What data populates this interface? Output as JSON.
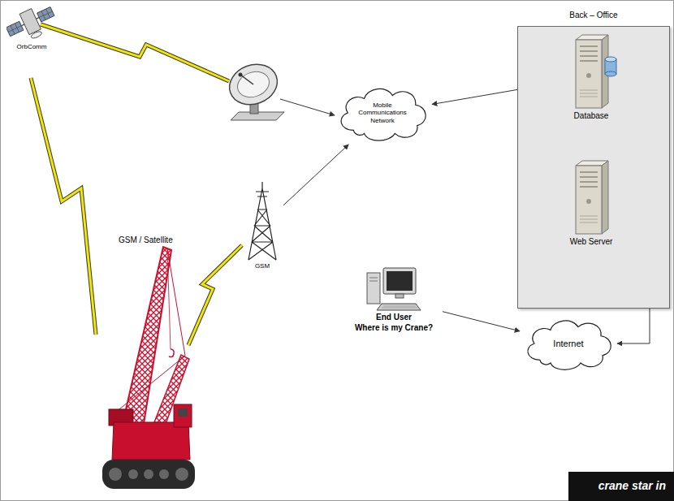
{
  "diagram": {
    "nodes": [
      {
        "text": [
          "OrbComm"
        ]
      },
      {
        "text": [
          "GSM"
        ]
      },
      {
        "text": [
          "Mobile Communications Network"
        ]
      },
      {
        "text": [
          "Back – Office"
        ]
      },
      {
        "text": [
          "Database"
        ],
        "in": 3
      },
      {
        "text": [
          "Web Server"
        ],
        "in": 3
      },
      {
        "text": [
          "Internet"
        ]
      },
      {
        "text": [
          "End User",
          "Where is my Crane?"
        ]
      }
    ],
    "edges": [
      {
        "from": 1,
        "to": 2,
        "arrow": "to"
      },
      {
        "from": 2,
        "to": 4,
        "arrow": "both"
      },
      {
        "from": 4,
        "to": 6,
        "arrow": "both"
      },
      {
        "from": 7,
        "to": 6,
        "arrow": "to"
      }
    ],
    "labels": [
      "GSM / Satellite",
      "crane star in"
    ]
  }
}
